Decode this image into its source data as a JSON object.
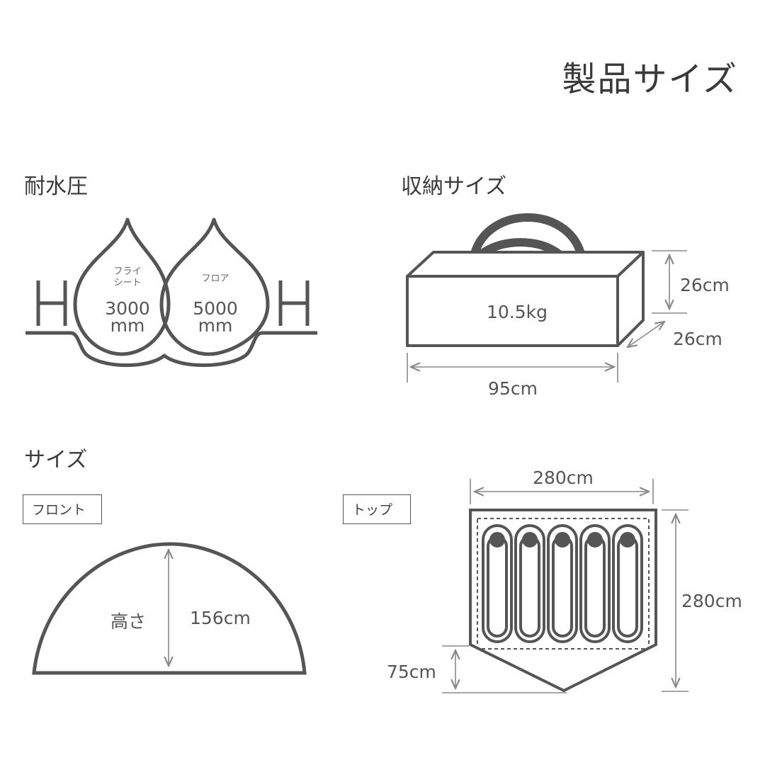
{
  "title": "製品サイズ",
  "water_resistance": {
    "heading": "耐水圧",
    "fly": {
      "label_line1": "フライ",
      "label_line2": "シート",
      "value_num": "3000",
      "value_unit": "mm"
    },
    "floor": {
      "label_line1": "フロア",
      "value_num": "5000",
      "value_unit": "mm"
    },
    "icon_left": "H",
    "icon_right": "H"
  },
  "storage": {
    "heading": "収納サイズ",
    "weight": "10.5kg",
    "height": "26cm",
    "depth": "26cm",
    "width": "95cm"
  },
  "size": {
    "heading": "サイズ",
    "front": {
      "tag": "フロント",
      "height_label": "高さ",
      "height_value": "156cm"
    },
    "top": {
      "tag": "トップ",
      "width": "280cm",
      "depth": "280cm",
      "front_extension": "75cm",
      "sleeping_bags": 5
    }
  },
  "colors": {
    "line": "#555555",
    "text": "#444444"
  }
}
